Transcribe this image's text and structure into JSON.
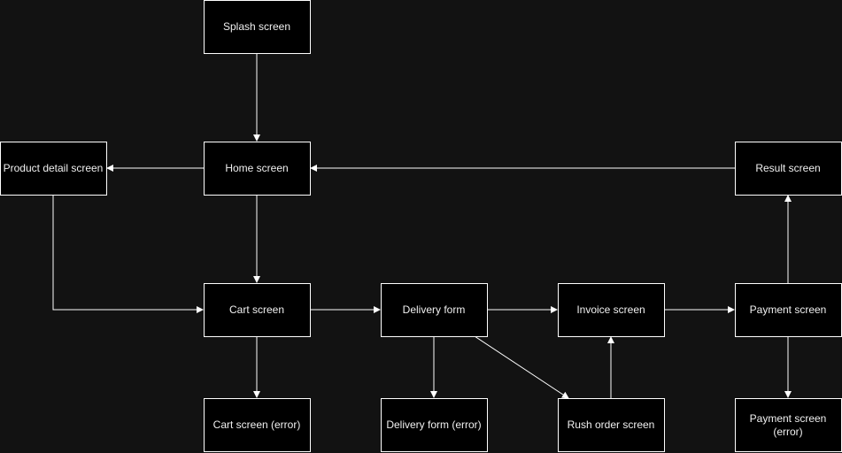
{
  "diagram": {
    "nodes": {
      "splash": "Splash screen",
      "home": "Home screen",
      "product_detail": "Product detail screen",
      "result": "Result screen",
      "cart": "Cart screen",
      "delivery_form": "Delivery form",
      "invoice": "Invoice screen",
      "payment": "Payment screen",
      "cart_error": "Cart screen (error)",
      "delivery_form_error": "Delivery form (error)",
      "rush_order": "Rush order screen",
      "payment_error_line1": "Payment screen",
      "payment_error_line2": "(error)"
    },
    "colors": {
      "background": "#121212",
      "node_fill": "#000000",
      "node_stroke": "#ffffff",
      "edge": "#ffffff",
      "text": "#f0f0f0"
    }
  }
}
